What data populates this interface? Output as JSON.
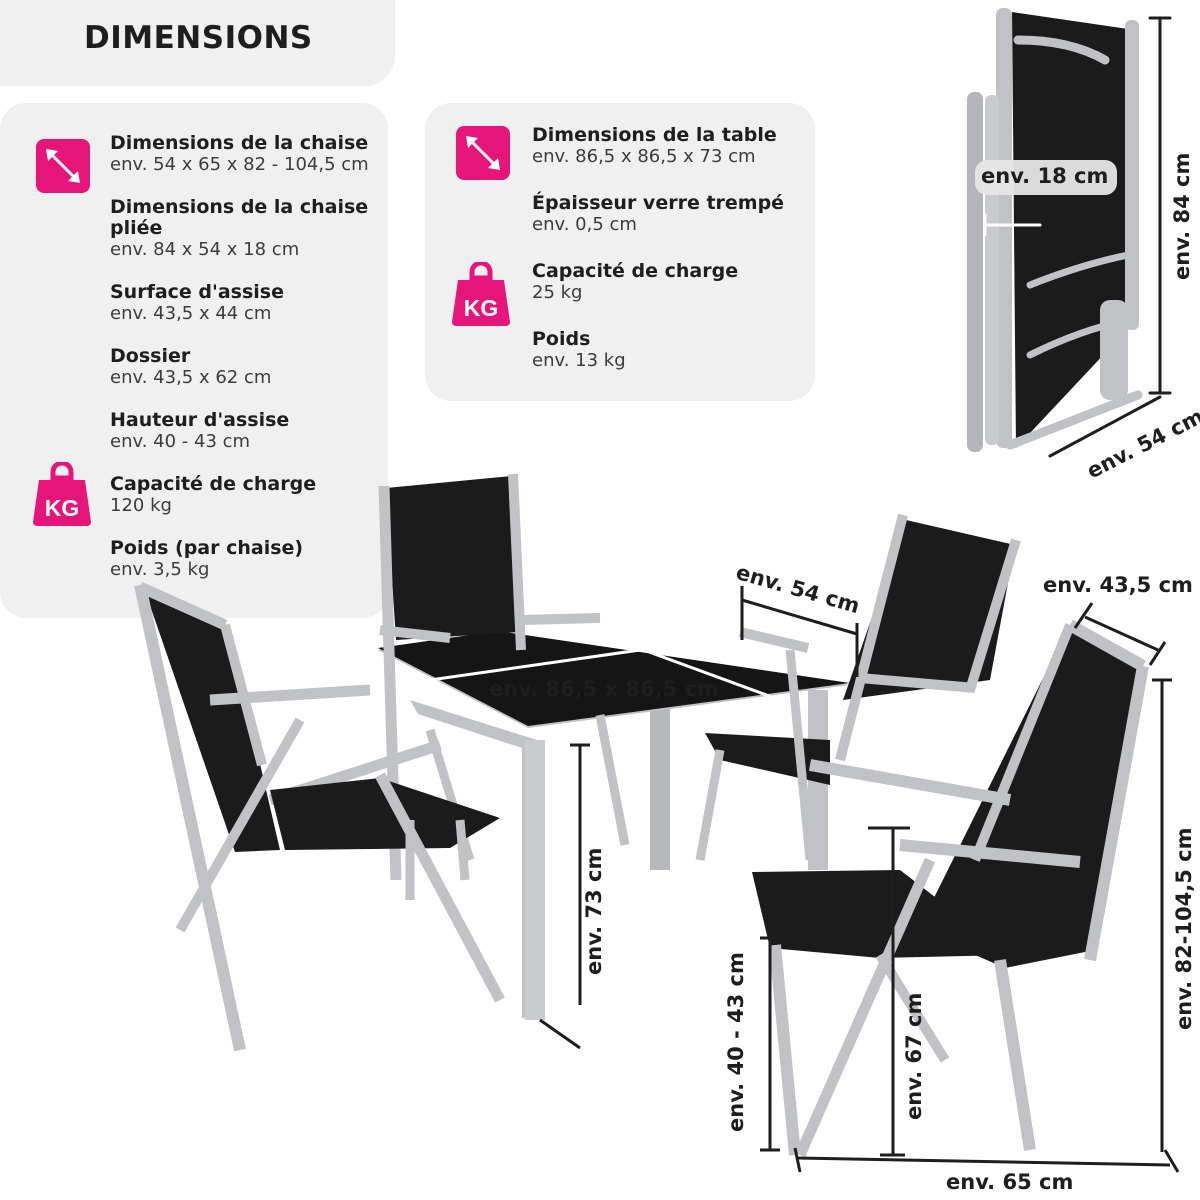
{
  "header": {
    "title": "DIMENSIONS"
  },
  "chair_specs": [
    {
      "label": "Dimensions de la chaise",
      "value": "env. 54 x 65 x 82 - 104,5 cm"
    },
    {
      "label": "Dimensions de la chaise pliée",
      "value": "env. 84 x 54 x 18 cm"
    },
    {
      "label": "Surface d'assise",
      "value": "env. 43,5 x 44 cm"
    },
    {
      "label": "Dossier",
      "value": "env. 43,5 x 62 cm"
    },
    {
      "label": "Hauteur d'assise",
      "value": "env. 40 - 43 cm"
    },
    {
      "label": "Capacité de charge",
      "value": "120 kg"
    },
    {
      "label": "Poids (par chaise)",
      "value": "env. 3,5 kg"
    }
  ],
  "table_specs": [
    {
      "label": "Dimensions de la table",
      "value": "env. 86,5 x 86,5 x 73 cm"
    },
    {
      "label": "Épaisseur verre trempé",
      "value": "env. 0,5 cm"
    },
    {
      "label": "Capacité de charge",
      "value": "25 kg"
    },
    {
      "label": "Poids",
      "value": "env. 13 kg"
    }
  ],
  "icons": {
    "dimension": "diagonal-arrows-icon",
    "weight": "weight-kg-icon",
    "weight_text": "KG"
  },
  "annotations": {
    "folded_depth": "env. 18 cm",
    "folded_height": "env. 84 cm",
    "folded_width": "env. 54 cm",
    "table_top": "env. 86,5 x 86,5 cm",
    "table_height": "env. 73 cm",
    "chair_width": "env. 54 cm",
    "backrest_width": "env. 43,5 cm",
    "chair_height": "env. 82-104,5 cm",
    "seat_height": "env. 40 - 43 cm",
    "armrest_height": "env. 67 cm",
    "chair_depth": "env. 65 cm"
  },
  "colors": {
    "accent": "#e5157a",
    "panel": "#f0f0f0",
    "frame": "#b8babd",
    "fabric": "#1b1b1b"
  }
}
